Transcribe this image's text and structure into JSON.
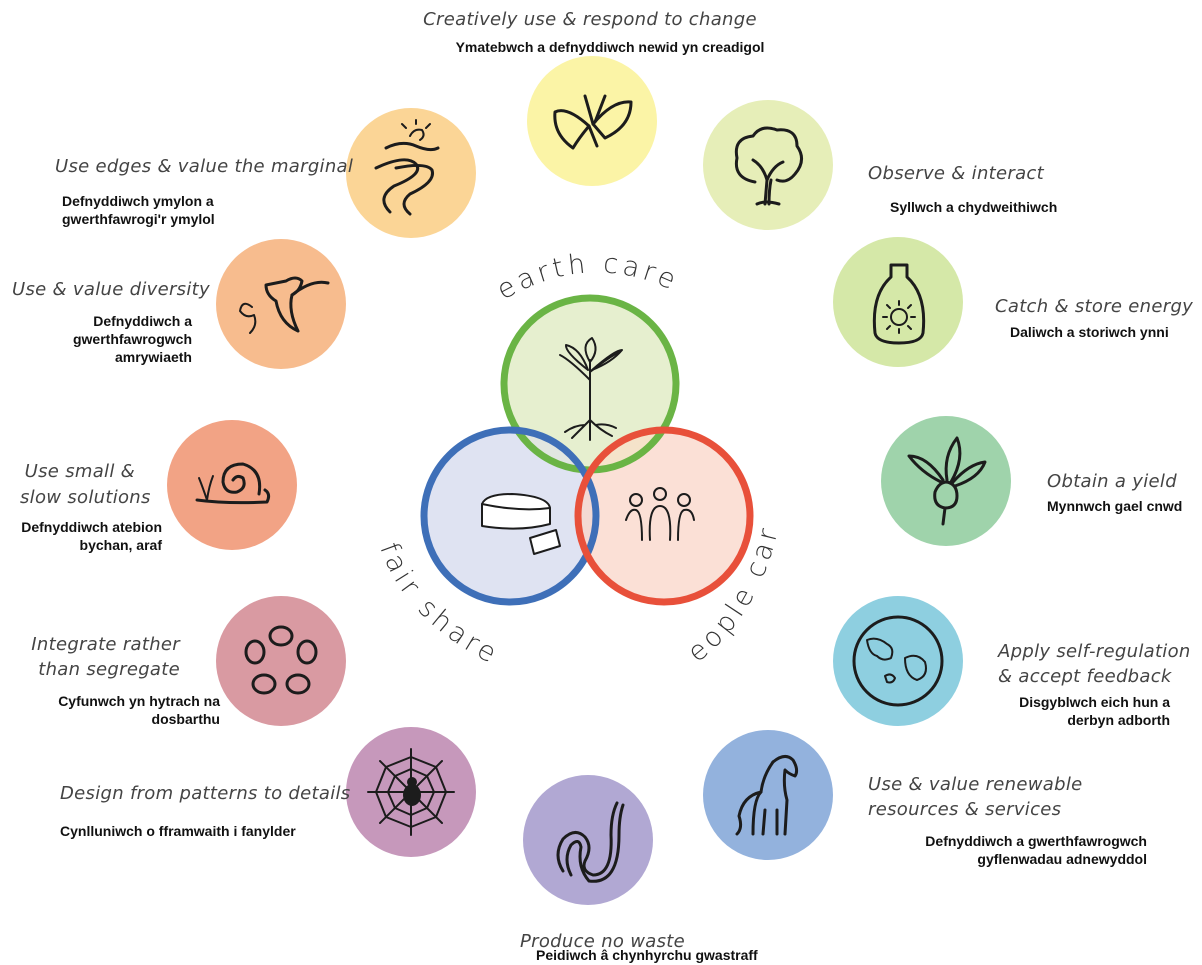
{
  "ethics": {
    "earth": "earth care",
    "fair": "fair share",
    "people": "people care"
  },
  "principles": [
    {
      "id": "change",
      "en": "Creatively use & respond to change",
      "cy": "Ymatebwch a defnyddiwch newid yn creadigol",
      "color": "#fbf4a6",
      "icon": "butterfly-icon"
    },
    {
      "id": "observe",
      "en": "Observe & interact",
      "cy": "Syllwch a chydweithiwch",
      "color": "#e6eeb8",
      "icon": "tree-icon"
    },
    {
      "id": "energy",
      "en": "Catch & store energy",
      "cy": "Daliwch a storiwch ynni",
      "color": "#d5e8a8",
      "icon": "sun-jar-icon"
    },
    {
      "id": "yield",
      "en": "Obtain a yield",
      "cy": "Mynnwch gael cnwd",
      "color": "#9fd3ab",
      "icon": "beetroot-icon"
    },
    {
      "id": "feedback",
      "en1": "Apply self-regulation",
      "en2": "& accept feedback",
      "cy1": "Disgyblwch eich hun a",
      "cy2": "derbyn adborth",
      "color": "#8ecfe0",
      "icon": "globe-icon"
    },
    {
      "id": "renewable",
      "en1": "Use & value renewable",
      "en2": "resources & services",
      "cy1": "Defnyddiwch a gwerthfawrogwch",
      "cy2": "gyflenwadau adnewyddol",
      "color": "#93b2dd",
      "icon": "horse-icon"
    },
    {
      "id": "waste",
      "en": "Produce no waste",
      "cy": "Peidiwch â chynhyrchu gwastraff",
      "color": "#b1a8d3",
      "icon": "worm-icon"
    },
    {
      "id": "patterns",
      "en": "Design from patterns to details",
      "cy": "Cynlluniwch o fframwaith i fanylder",
      "color": "#c698bb",
      "icon": "spiderweb-icon"
    },
    {
      "id": "integrate",
      "en1": "Integrate rather",
      "en2": "than segregate",
      "cy1": "Cyfunwch yn hytrach na",
      "cy2": "dosbarthu",
      "color": "#d99aa2",
      "icon": "circle-of-stones-icon"
    },
    {
      "id": "slow",
      "en1": "Use small &",
      "en2": "slow solutions",
      "cy1": "Defnyddiwch atebion",
      "cy2": "bychan, araf",
      "color": "#f2a385",
      "icon": "snail-icon"
    },
    {
      "id": "diversity",
      "en": "Use & value diversity",
      "cy1": "Defnyddiwch a",
      "cy2": "gwerthfawrogwch",
      "cy3": "amrywiaeth",
      "color": "#f7bc8e",
      "icon": "hummingbird-icon"
    },
    {
      "id": "edges",
      "en": "Use edges & value the marginal",
      "cy1": "Defnyddiwch ymylon a",
      "cy2": "gwerthfawrogi'r ymylol",
      "color": "#fbd596",
      "icon": "river-icon"
    }
  ],
  "colors": {
    "earth_ring": "#6ab445",
    "fair_ring": "#3e6fb8",
    "people_ring": "#e8503a"
  }
}
